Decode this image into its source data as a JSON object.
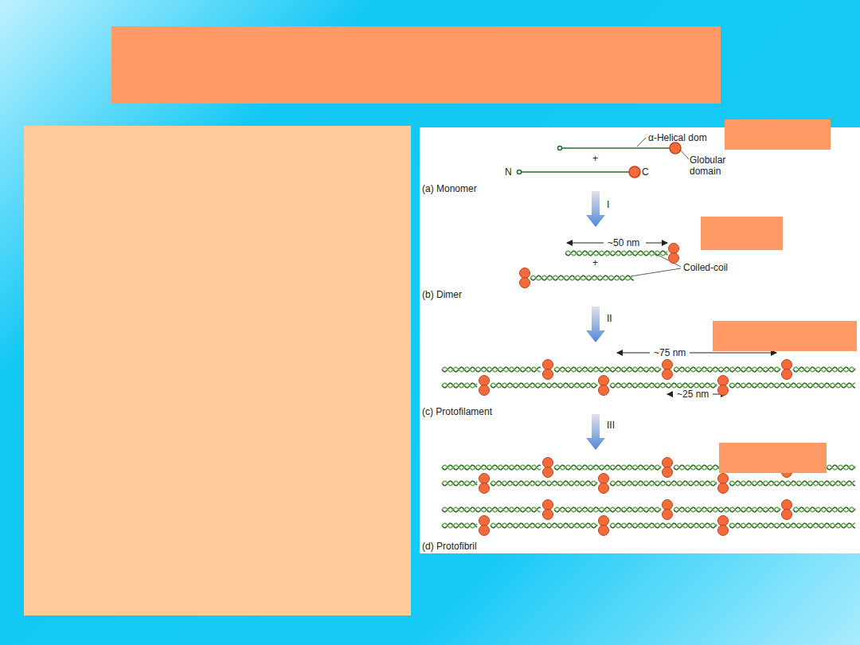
{
  "diagram": {
    "labels": [
      "α-Helical dom",
      "Globular domain",
      "+",
      "N",
      "C",
      "(a) Monomer",
      "I",
      "~50 nm",
      "+",
      "Coiled-coil",
      "(b) Dimer",
      "II",
      "~75 nm",
      "~25 nm",
      "(c) Protofilament",
      "III",
      "(d) Protofibril"
    ]
  }
}
